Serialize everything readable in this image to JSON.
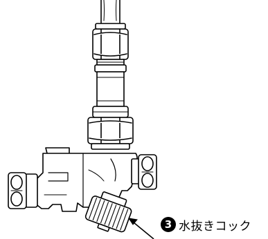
{
  "callout": {
    "number": "3",
    "label": "水抜きコック"
  },
  "colors": {
    "line": "#000000",
    "fill": "#ffffff",
    "badge": "#000000",
    "badge_text": "#ffffff"
  },
  "icons": {
    "figure": "valve-assembly-line-drawing",
    "pointer": "arrow-pointer"
  }
}
